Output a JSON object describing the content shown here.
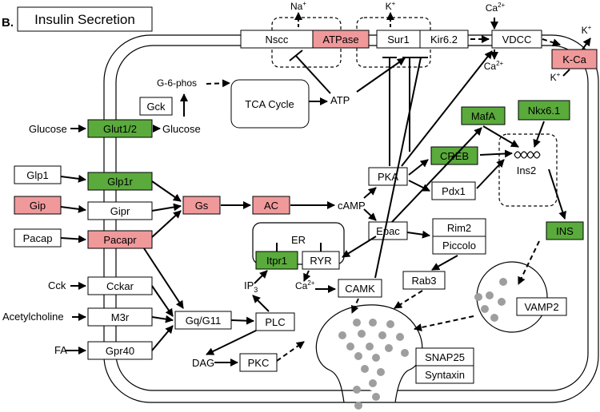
{
  "panel_label": "B.",
  "title": "Insulin Secretion",
  "colors": {
    "upregulated": "#5aaa3c",
    "downregulated": "#f0999b",
    "neutral": "#ffffff"
  },
  "nodes": {
    "glucose_out": "Glucose",
    "glut": "Glut1/2",
    "glucose_in": "Glucose",
    "gck": "Gck",
    "g6p": "G-6-phos",
    "tca": "TCA Cycle",
    "atp": "ATP",
    "nscc": "Nscc",
    "atpase": "ATPase",
    "sur1": "Sur1",
    "kir": "Kir6.2",
    "vdcc": "VDCC",
    "kca": "K-Ca",
    "na": "Na",
    "k_top": "K",
    "ca_top": "Ca",
    "ca_vdcc": "Ca",
    "k_kca_top": "K",
    "k_kca_bot": "K",
    "mafa": "MafA",
    "nkx": "Nkx6.1",
    "creb": "CREB",
    "ins2": "Ins2",
    "pdx1": "Pdx1",
    "pka": "PKA",
    "camp": "cAMP",
    "ac": "AC",
    "gs": "Gs",
    "epac": "Epac",
    "rim2": "Rim2",
    "piccolo": "Piccolo",
    "ins": "INS",
    "rab3": "Rab3",
    "vamp2": "VAMP2",
    "snap25": "SNAP25",
    "syntaxin": "Syntaxin",
    "glp1": "Glp1",
    "glp1r": "Glp1r",
    "gip": "Gip",
    "gipr": "Gipr",
    "pacap": "Pacap",
    "pacapr": "Pacapr",
    "cck": "Cck",
    "cckar": "Cckar",
    "ach": "Acetylcholine",
    "m3r": "M3r",
    "fa": "FA",
    "gpr40": "Gpr40",
    "gq": "Gq/G11",
    "plc": "PLC",
    "ip": "IP",
    "dag": "DAG",
    "pkc": "PKC",
    "er": "ER",
    "itpr1": "Itpr1",
    "ryr": "RYR",
    "ca_er": "Ca",
    "camk": "CAMK"
  },
  "superscripts": {
    "plus": "+",
    "ca": "2+",
    "ip_sub": "3"
  }
}
